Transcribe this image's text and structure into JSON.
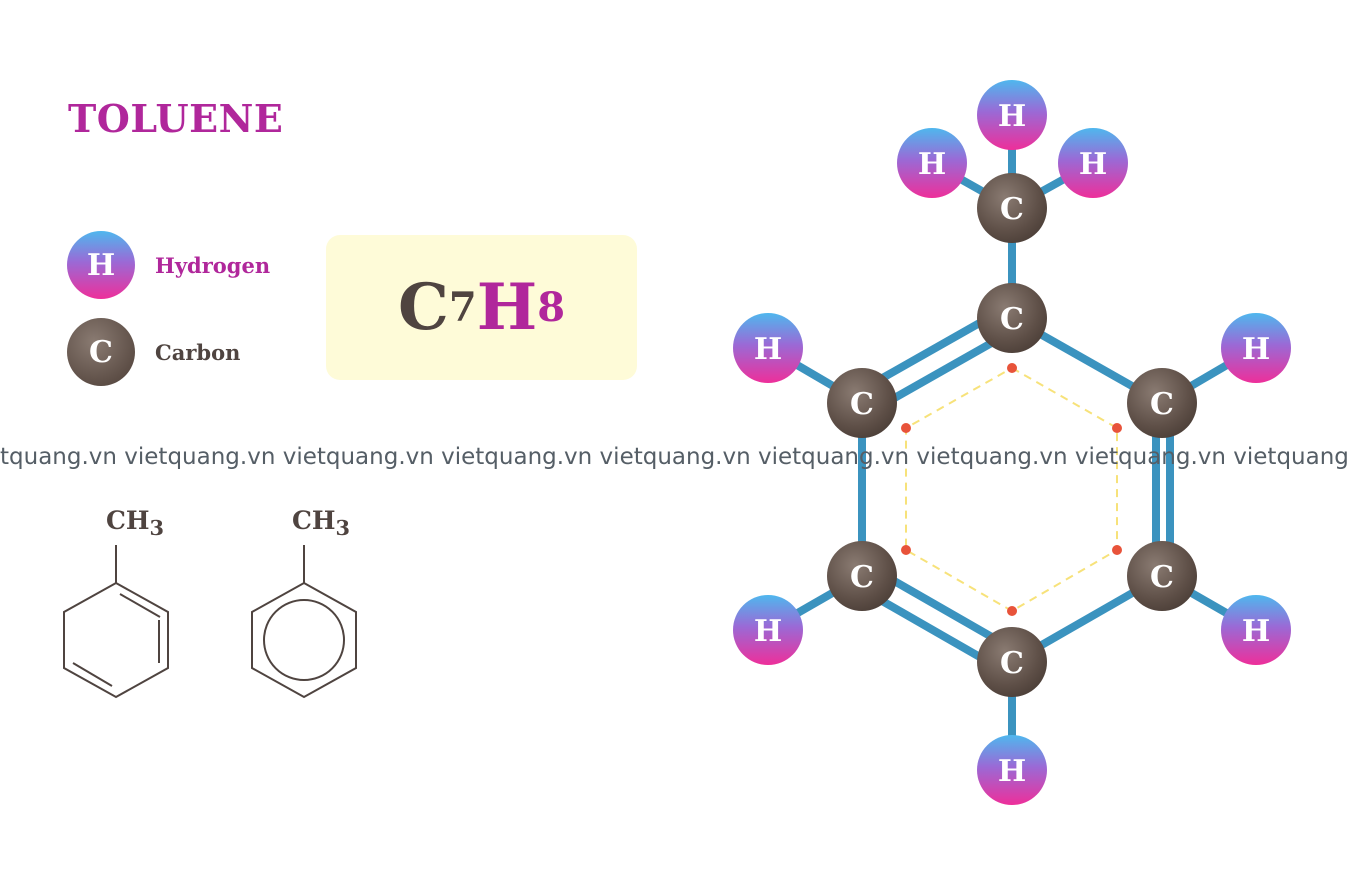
{
  "title": "TOLUENE",
  "legend": [
    {
      "symbol": "H",
      "label": "Hydrogen"
    },
    {
      "symbol": "C",
      "label": "Carbon"
    }
  ],
  "formula": {
    "c": "C",
    "c_count": "7",
    "h": "H",
    "h_count": "8"
  },
  "watermark": "tquang.vn  vietquang.vn vietquang.vn vietquang.vn vietquang.vn vietquang.vn vietquang.vn vietquang.vn vietquang",
  "structures": [
    {
      "group": "CH",
      "sub": "3",
      "style": "kekule"
    },
    {
      "group": "CH",
      "sub": "3",
      "style": "aromatic-circle"
    }
  ],
  "atoms": {
    "hydrogen": "H",
    "carbon": "C"
  },
  "colors": {
    "title": "#b0279b",
    "carbon_text": "#4f4440",
    "bond": "#3b93bf",
    "formula_bg": "#fefbd8",
    "delocal_dash": "#f7e27a",
    "delocal_dot": "#e8533a"
  }
}
